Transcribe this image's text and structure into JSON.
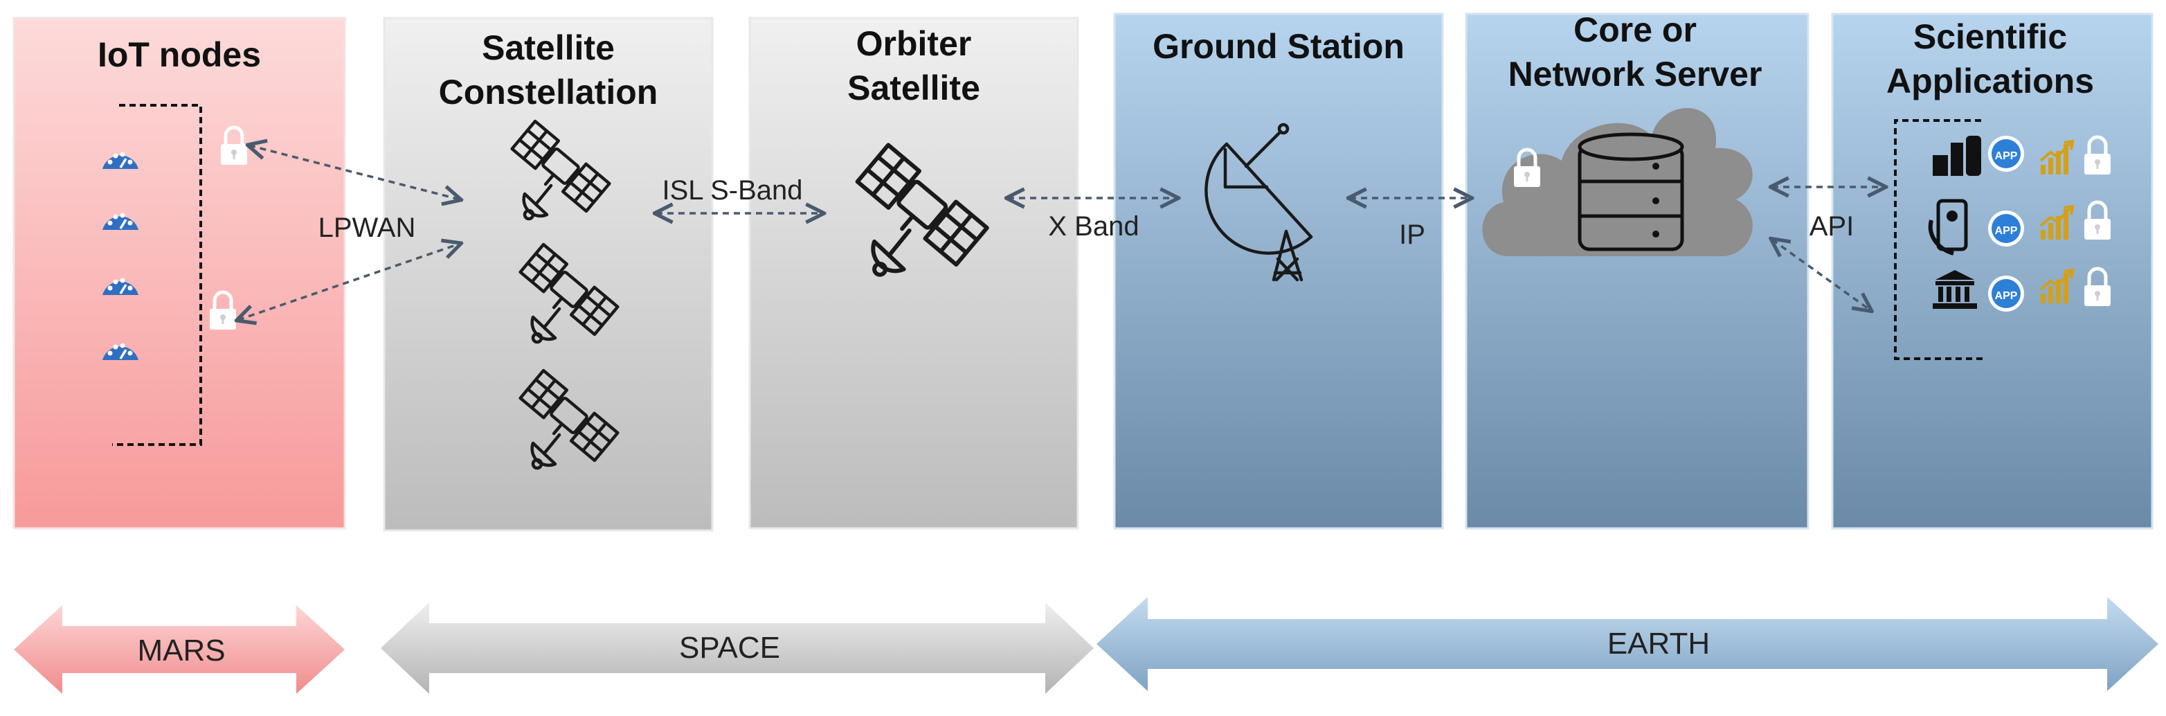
{
  "columns": {
    "iot": {
      "title": [
        "IoT nodes"
      ],
      "color": "#fbd0d0"
    },
    "constellation": {
      "title": [
        "Satellite",
        "Constellation"
      ],
      "color": "#dcdcdc"
    },
    "orbiter": {
      "title": [
        "Orbiter",
        "Satellite"
      ],
      "color": "#dcdcdc"
    },
    "ground": {
      "title": [
        "Ground Station"
      ],
      "color": "#a8c6e0"
    },
    "core": {
      "title": [
        "Core or",
        "Network Server"
      ],
      "color": "#a8c6e0"
    },
    "science": {
      "title": [
        "Scientific",
        "Applications"
      ],
      "color": "#a8c6e0"
    }
  },
  "links": {
    "lpwan": "LPWAN",
    "isl": "ISL S-Band",
    "xband": "X Band",
    "ip": "IP",
    "api": "API"
  },
  "app_badge": "APP",
  "regions": {
    "mars": {
      "label": "MARS",
      "color": "#f39a9a"
    },
    "space": {
      "label": "SPACE",
      "color": "#bdbdbd"
    },
    "earth": {
      "label": "EARTH",
      "color": "#8fb3d3"
    }
  },
  "icons": [
    "iot-gauge-icon",
    "lock-icon",
    "satellite-icon",
    "dish-antenna-icon",
    "cloud-icon",
    "database-icon",
    "app-icon",
    "growth-chart-icon",
    "bank-icon",
    "smartphone-icon",
    "bottles-icon"
  ]
}
